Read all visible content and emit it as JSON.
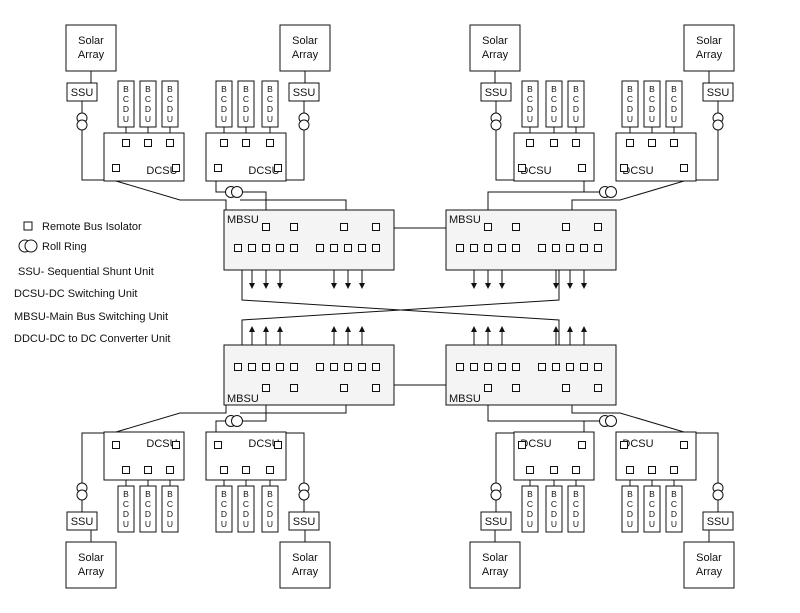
{
  "labels": {
    "solar_array_line1": "Solar",
    "solar_array_line2": "Array",
    "ssu": "SSU",
    "dcsu": "DCSU",
    "mbsu": "MBSU",
    "bcdu_letters": [
      "B",
      "C",
      "D",
      "U"
    ]
  },
  "legend": {
    "remote_bus_isolator": "Remote Bus Isolator",
    "roll_ring": "Roll Ring",
    "ssu": "SSU- Sequential Shunt Unit",
    "dcsu": "DCSU-DC Switching Unit",
    "mbsu": "MBSU-Main Bus Switching Unit",
    "ddcu": "DDCU-DC to DC Converter Unit"
  },
  "colors": {
    "line": "#111111",
    "box_fill": "#ffffff",
    "mbsu_fill": "#f4f4f4"
  }
}
